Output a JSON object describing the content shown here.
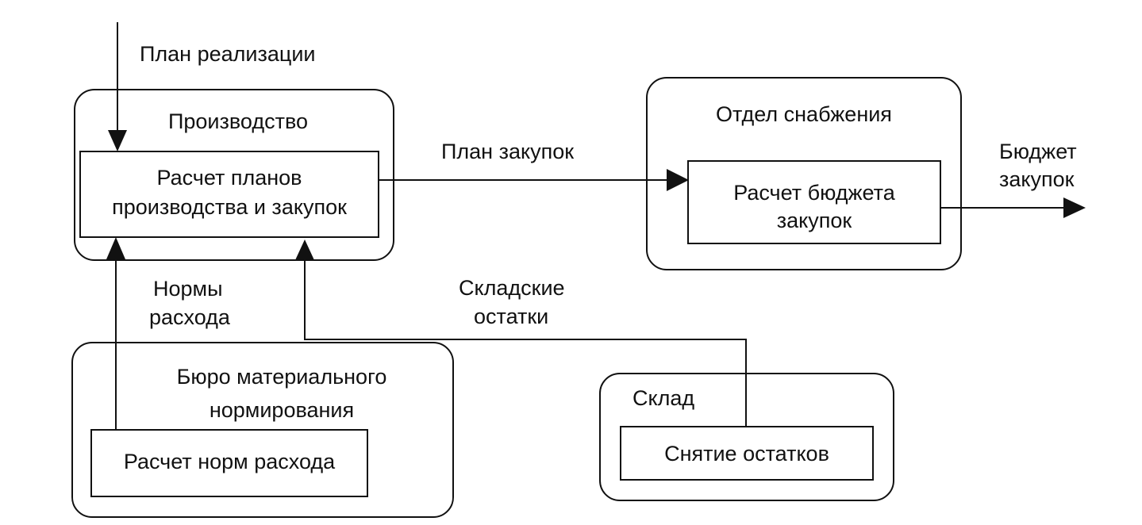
{
  "units": {
    "production": {
      "title": "Производство",
      "process_line1": "Расчет планов",
      "process_line2": "производства и закупок"
    },
    "supply": {
      "title": "Отдел снабжения",
      "process_line1": "Расчет бюджета",
      "process_line2": "закупок"
    },
    "norming": {
      "title_line1": "Бюро материального",
      "title_line2": "нормирования",
      "process": "Расчет норм расхода"
    },
    "warehouse": {
      "title": "Склад",
      "process": "Снятие остатков"
    }
  },
  "flows": {
    "sales_plan": "План реализации",
    "purchase_plan": "План закупок",
    "budget_line1": "Бюджет",
    "budget_line2": "закупок",
    "norms_line1": "Нормы",
    "norms_line2": "расхода",
    "stock_line1": "Складские",
    "stock_line2": "остатки"
  },
  "colors": {
    "line": "#111111",
    "background": "#ffffff"
  }
}
